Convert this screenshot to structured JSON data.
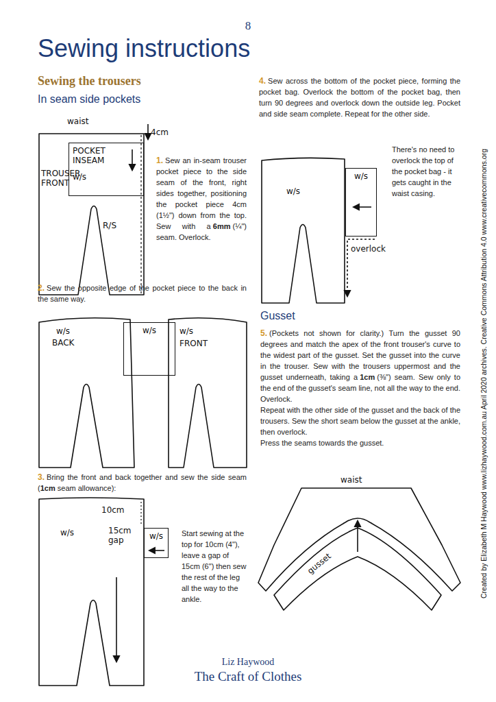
{
  "diagram": {
    "title": "Sewing instructions",
    "nodes": [
      {
        "text": [
          "POCKET INSEAM",
          "w/s"
        ]
      },
      {
        "text": [
          "w/s"
        ]
      },
      {
        "text": [
          "w/s"
        ]
      },
      {
        "text": [
          "w/s"
        ]
      }
    ],
    "labels": [
      "8",
      "Sewing the trousers",
      "In seam side pockets",
      "waist",
      "4cm",
      "TROUSER FRONT",
      "R/S",
      "1.",
      "Sew an in-seam trouser pocket piece to the side seam of the front, right sides together, positioning the pocket piece 4cm (1½\") down from the top. Sew with a",
      "6mm",
      "(¼\") seam. Overlock.",
      "2.",
      "Sew the opposite edge of the pocket piece to the back in the same way.",
      "w/s",
      "BACK",
      "w/s",
      "FRONT",
      "3.",
      "Bring the front and back together and sew the side seam (",
      "1cm",
      "seam allowance):",
      "w/s",
      "10cm",
      "15cm gap",
      "Start sewing at the top for 10cm (4\"), leave a gap of 15cm (6\") then sew the rest of the leg all the way to the ankle.",
      "Liz Haywood",
      "The Craft of Clothes",
      "4.",
      "Sew across the bottom of the pocket piece, forming the pocket bag. Overlock the bottom of the pocket bag, then turn 90 degrees and overlock down the outside leg. Pocket and side seam complete. Repeat for the other side.",
      "There's no need to overlock the top of the pocket bag - it gets caught in the waist casing.",
      "w/s",
      "overlock",
      "Gusset",
      "5.",
      "(Pockets not shown for clarity.) Turn the gusset 90 degrees and match the apex of the front trouser's curve to the widest part of the gusset. Set the gusset into the curve in the trouser. Sew with the trousers uppermost and the gusset underneath, taking a",
      "1cm",
      "(⅜\") seam. Sew only to the end of the gusset's seam line, not all the way to the end. Overlock.",
      "Repeat with the other side of the gusset and the back of the trousers. Sew the short seam below the gusset at the ankle, then overlock.",
      "Press the seams towards the gusset.",
      "waist",
      "gusset",
      "Created by Elizabeth M Haywood www.lizhaywood.com.au April 2020 archives. Creative Commons Attribution 4.0 www.creativecommons.org"
    ]
  }
}
